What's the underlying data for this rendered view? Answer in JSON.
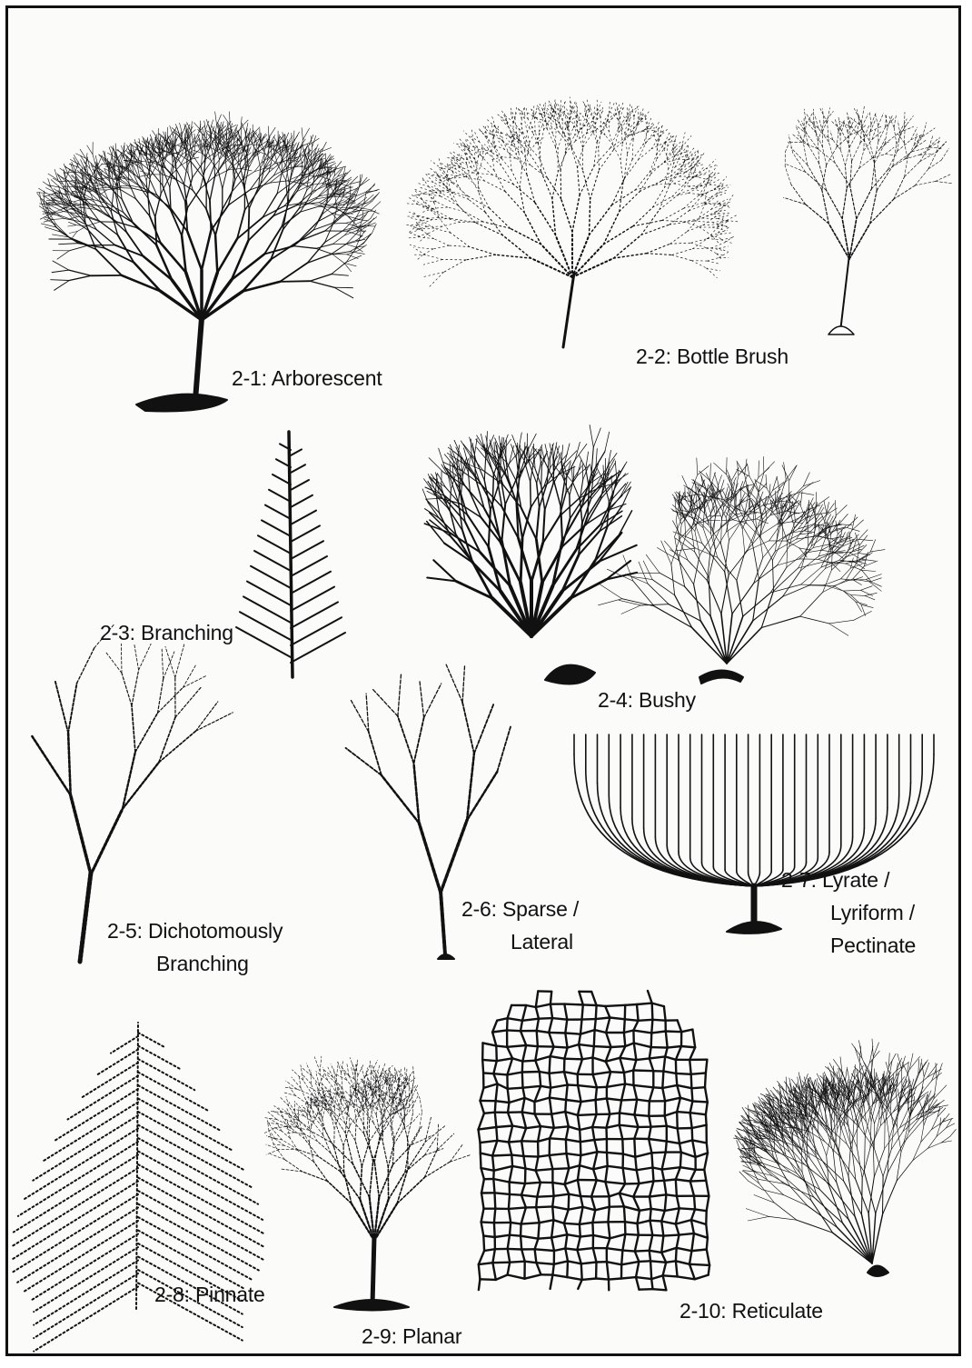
{
  "figures": [
    {
      "id": "2-1",
      "lines": [
        "2-1: Arborescent"
      ],
      "icon": "arborescent-coral-icon"
    },
    {
      "id": "2-2",
      "lines": [
        "2-2: Bottle Brush"
      ],
      "icon": "bottle-brush-coral-icon"
    },
    {
      "id": "2-3",
      "lines": [
        "2-3: Branching"
      ],
      "icon": "branching-coral-icon"
    },
    {
      "id": "2-4",
      "lines": [
        "2-4: Bushy"
      ],
      "icon": "bushy-coral-icon"
    },
    {
      "id": "2-5",
      "lines": [
        "2-5: Dichotomously",
        "Branching"
      ],
      "icon": "dichotomous-coral-icon"
    },
    {
      "id": "2-6",
      "lines": [
        "2-6: Sparse /",
        "Lateral"
      ],
      "icon": "sparse-lateral-coral-icon"
    },
    {
      "id": "2-7",
      "lines": [
        "2-7: Lyrate /",
        "Lyriform /",
        "Pectinate"
      ],
      "icon": "lyrate-coral-icon"
    },
    {
      "id": "2-8",
      "lines": [
        "2-8: Pinnate"
      ],
      "icon": "pinnate-coral-icon"
    },
    {
      "id": "2-9",
      "lines": [
        "2-9: Planar"
      ],
      "icon": "planar-coral-icon"
    },
    {
      "id": "2-10",
      "lines": [
        "2-10: Reticulate"
      ],
      "icon": "reticulate-coral-icon"
    }
  ]
}
